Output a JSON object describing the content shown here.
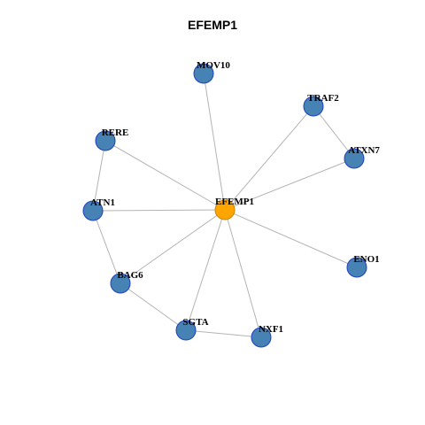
{
  "graph": {
    "title": "EFEMP1",
    "colors": {
      "center_fill": "#FFA500",
      "center_stroke": "#CC8400",
      "node_fill": "#4682B4",
      "node_stroke": "#1F3FBF",
      "edge": "#B4B4B4"
    },
    "nodes": [
      {
        "id": "EFEMP1",
        "label": "EFEMP1",
        "center": true
      },
      {
        "id": "MOV10",
        "label": "MOV10"
      },
      {
        "id": "TRAF2",
        "label": "TRAF2"
      },
      {
        "id": "ATXN7",
        "label": "ATXN7"
      },
      {
        "id": "RERE",
        "label": "RERE"
      },
      {
        "id": "ATN1",
        "label": "ATN1"
      },
      {
        "id": "ENO1",
        "label": "ENO1"
      },
      {
        "id": "BAG6",
        "label": "BAG6"
      },
      {
        "id": "SGTA",
        "label": "SGTA"
      },
      {
        "id": "NXF1",
        "label": "NXF1"
      }
    ],
    "edges": [
      [
        "EFEMP1",
        "MOV10"
      ],
      [
        "EFEMP1",
        "TRAF2"
      ],
      [
        "EFEMP1",
        "ATXN7"
      ],
      [
        "EFEMP1",
        "RERE"
      ],
      [
        "EFEMP1",
        "ATN1"
      ],
      [
        "EFEMP1",
        "ENO1"
      ],
      [
        "EFEMP1",
        "BAG6"
      ],
      [
        "EFEMP1",
        "SGTA"
      ],
      [
        "EFEMP1",
        "NXF1"
      ],
      [
        "TRAF2",
        "ATXN7"
      ],
      [
        "RERE",
        "ATN1"
      ],
      [
        "ATN1",
        "BAG6"
      ],
      [
        "BAG6",
        "SGTA"
      ],
      [
        "SGTA",
        "NXF1"
      ]
    ]
  }
}
